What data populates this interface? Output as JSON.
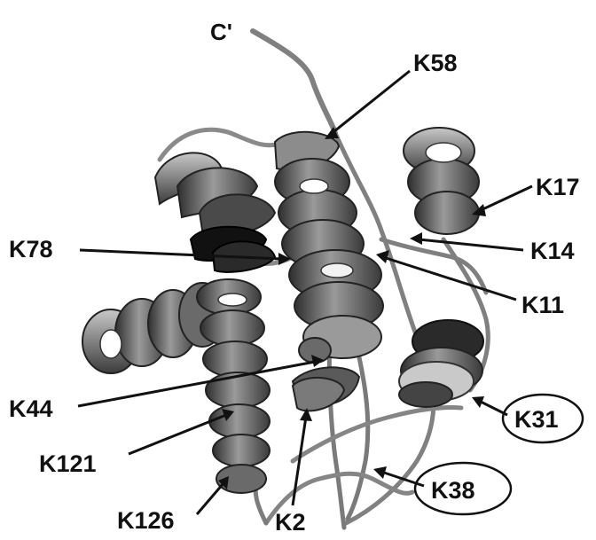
{
  "labels": {
    "c_terminus": "C'",
    "k58": "K58",
    "k17": "K17",
    "k14": "K14",
    "k11": "K11",
    "k78": "K78",
    "k44": "K44",
    "k121": "K121",
    "k126": "K126",
    "k2": "K2",
    "k31": "K31",
    "k38": "K38"
  },
  "colors": {
    "ribbon_dark": "#2a2a2a",
    "ribbon_mid": "#6e6e6e",
    "ribbon_light": "#b5b5b5",
    "coil": "#7a7a7a",
    "label": "#111111"
  }
}
